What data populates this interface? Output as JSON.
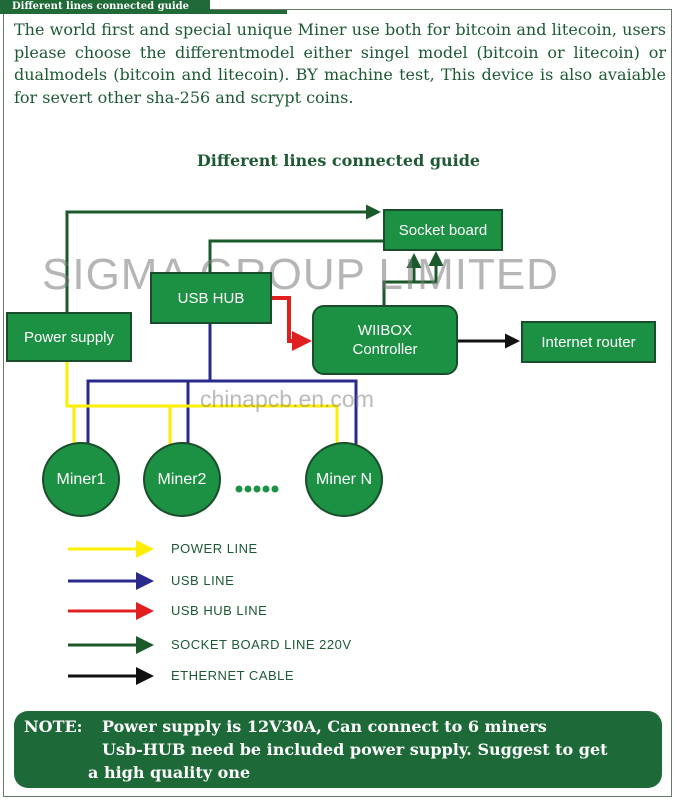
{
  "header": {
    "tab_title": "Different lines connected guide"
  },
  "intro": {
    "text": "The world first and special unique Miner use both for bitcoin and litecoin, users please choose the differentmodel either singel model (bitcoin or litecoin) or dualmodels (bitcoin and litecoin). BY machine test, This device is also avaiable for severt other sha-256 and scrypt coins."
  },
  "diagram": {
    "title": "Different lines connected guide",
    "nodes": {
      "socket_board": "Socket board",
      "usb_hub": "USB HUB",
      "power_supply": "Power supply",
      "controller_line1": "WIIBOX",
      "controller_line2": "Controller",
      "router": "Internet router",
      "miner1": "Miner1",
      "miner2": "Miner2",
      "minerN": "Miner N"
    },
    "watermarks": {
      "primary": "SIGMA GROUP LIMITED",
      "secondary": "chinapcb.en.com"
    }
  },
  "legend": [
    {
      "label": "POWER LINE",
      "color": "#ffee00"
    },
    {
      "label": "USB LINE",
      "color": "#2a2a8c"
    },
    {
      "label": "USB HUB LINE",
      "color": "#e02020"
    },
    {
      "label": "SOCKET BOARD LINE 220V",
      "color": "#1a5a2a"
    },
    {
      "label": "ETHERNET CABLE",
      "color": "#111111"
    }
  ],
  "note": {
    "label": "NOTE:",
    "line1": "Power supply is 12V30A, Can connect to 6 miners",
    "line2": "Usb-HUB need be included power supply. Suggest to get",
    "line3": "a high quality one"
  },
  "colors": {
    "brand_green": "#1c9143",
    "dark_green": "#1d6a38",
    "text_green": "#1d5a33"
  }
}
